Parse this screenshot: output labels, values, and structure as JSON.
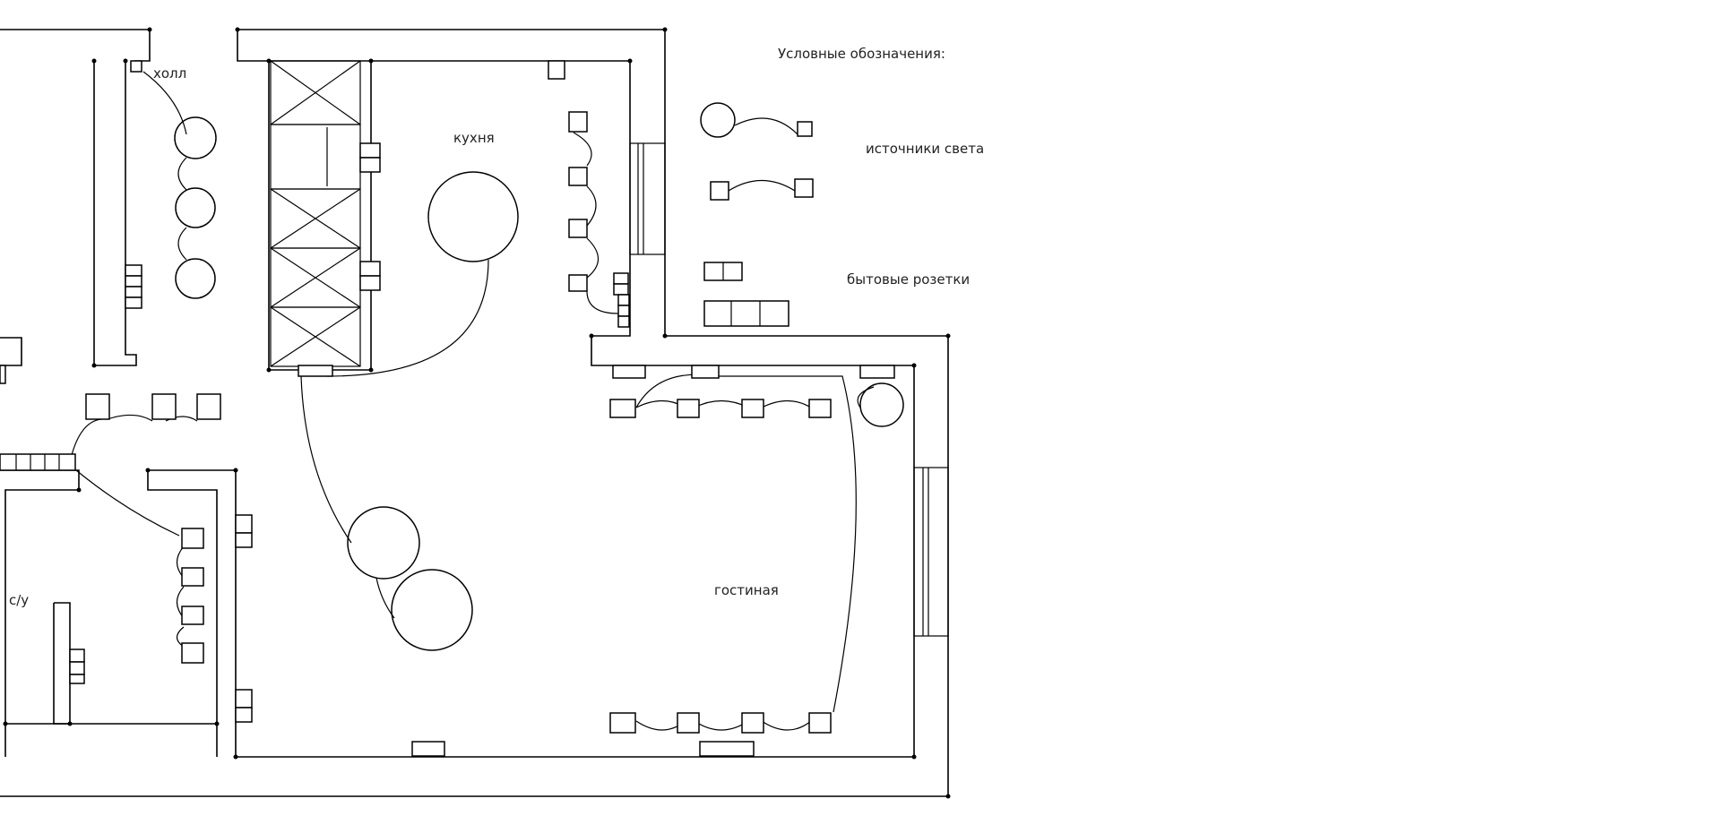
{
  "rooms": {
    "hall": "холл",
    "kitchen": "кухня",
    "bathroom": "с/у",
    "living": "гостиная"
  },
  "legend": {
    "title": "Условные обозначения:",
    "lights": "источники света",
    "sockets": "бытовые розетки"
  },
  "colors": {
    "line": "#000000",
    "background": "#ffffff",
    "text": "#222222"
  }
}
